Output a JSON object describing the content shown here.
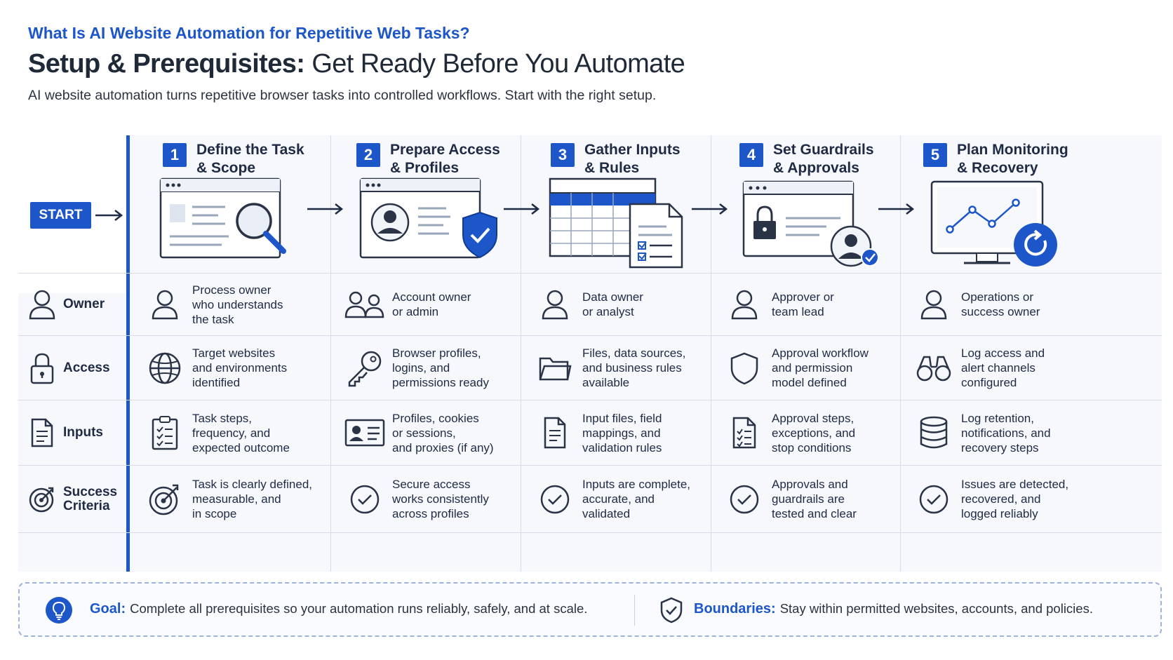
{
  "header": {
    "kicker": "What Is AI Website Automation for Repetitive Web Tasks?",
    "title_bold": "Setup & Prerequisites:",
    "title_rest": " Get Ready Before You Automate",
    "subtitle": "AI website automation turns repetitive browser tasks into controlled workflows. Start with the right setup."
  },
  "start_label": "START",
  "colors": {
    "accent": "#1d56c9",
    "panel": "#f6f8fc",
    "grid": "#d6dce8",
    "text": "#1f2a44"
  },
  "steps": [
    {
      "number": "1",
      "title": "Define the Task\n& Scope",
      "illustration": "browser-magnifier-icon"
    },
    {
      "number": "2",
      "title": "Prepare Access\n& Profiles",
      "illustration": "profile-shield-icon"
    },
    {
      "number": "3",
      "title": "Gather Inputs\n& Rules",
      "illustration": "spreadsheet-checklist-icon"
    },
    {
      "number": "4",
      "title": "Set Guardrails\n& Approvals",
      "illustration": "lock-approver-icon"
    },
    {
      "number": "5",
      "title": "Plan Monitoring\n& Recovery",
      "illustration": "monitor-chart-refresh-icon"
    }
  ],
  "rows": [
    {
      "label": "Owner",
      "icon": "person-icon"
    },
    {
      "label": "Access",
      "icon": "lock-icon"
    },
    {
      "label": "Inputs",
      "icon": "document-icon"
    },
    {
      "label": "Success\nCriteria",
      "icon": "target-icon"
    }
  ],
  "cells": [
    [
      {
        "icon": "person-icon",
        "text": "Process owner\nwho understands\nthe task"
      },
      {
        "icon": "people-icon",
        "text": "Account owner\nor admin"
      },
      {
        "icon": "person-icon",
        "text": "Data owner\nor analyst"
      },
      {
        "icon": "person-icon",
        "text": "Approver or\nteam lead"
      },
      {
        "icon": "person-icon",
        "text": "Operations or\nsuccess owner"
      }
    ],
    [
      {
        "icon": "globe-icon",
        "text": "Target websites\nand environments\nidentified"
      },
      {
        "icon": "key-icon",
        "text": "Browser profiles,\nlogins, and\npermissions ready"
      },
      {
        "icon": "folder-icon",
        "text": "Files, data sources,\nand business rules\navailable"
      },
      {
        "icon": "shield-icon",
        "text": "Approval workflow\nand permission\nmodel defined"
      },
      {
        "icon": "binoculars-icon",
        "text": "Log access and\nalert channels\nconfigured"
      }
    ],
    [
      {
        "icon": "clipboard-checklist-icon",
        "text": "Task steps,\nfrequency, and\nexpected outcome"
      },
      {
        "icon": "id-card-icon",
        "text": "Profiles, cookies\nor sessions,\nand proxies (if any)"
      },
      {
        "icon": "document-icon",
        "text": "Input files, field\nmappings, and\nvalidation rules"
      },
      {
        "icon": "document-checklist-icon",
        "text": "Approval steps,\nexceptions, and\nstop conditions"
      },
      {
        "icon": "database-icon",
        "text": "Log retention,\nnotifications, and\nrecovery steps"
      }
    ],
    [
      {
        "icon": "target-icon",
        "text": "Task is clearly defined,\nmeasurable, and\nin scope"
      },
      {
        "icon": "check-circle-icon",
        "text": "Secure access\nworks consistently\nacross profiles"
      },
      {
        "icon": "check-circle-icon",
        "text": "Inputs are complete,\naccurate, and\nvalidated"
      },
      {
        "icon": "check-circle-icon",
        "text": "Approvals and\nguardrails are\ntested and clear"
      },
      {
        "icon": "check-circle-icon",
        "text": "Issues are detected,\nrecovered, and\nlogged reliably"
      }
    ]
  ],
  "footer": {
    "goal_label": "Goal:",
    "goal_text": "Complete all prerequisites so your automation runs reliably, safely, and at scale.",
    "goal_icon": "lightbulb-icon",
    "boundaries_label": "Boundaries:",
    "boundaries_text": "Stay within permitted websites, accounts, and policies.",
    "boundaries_icon": "shield-check-icon"
  }
}
